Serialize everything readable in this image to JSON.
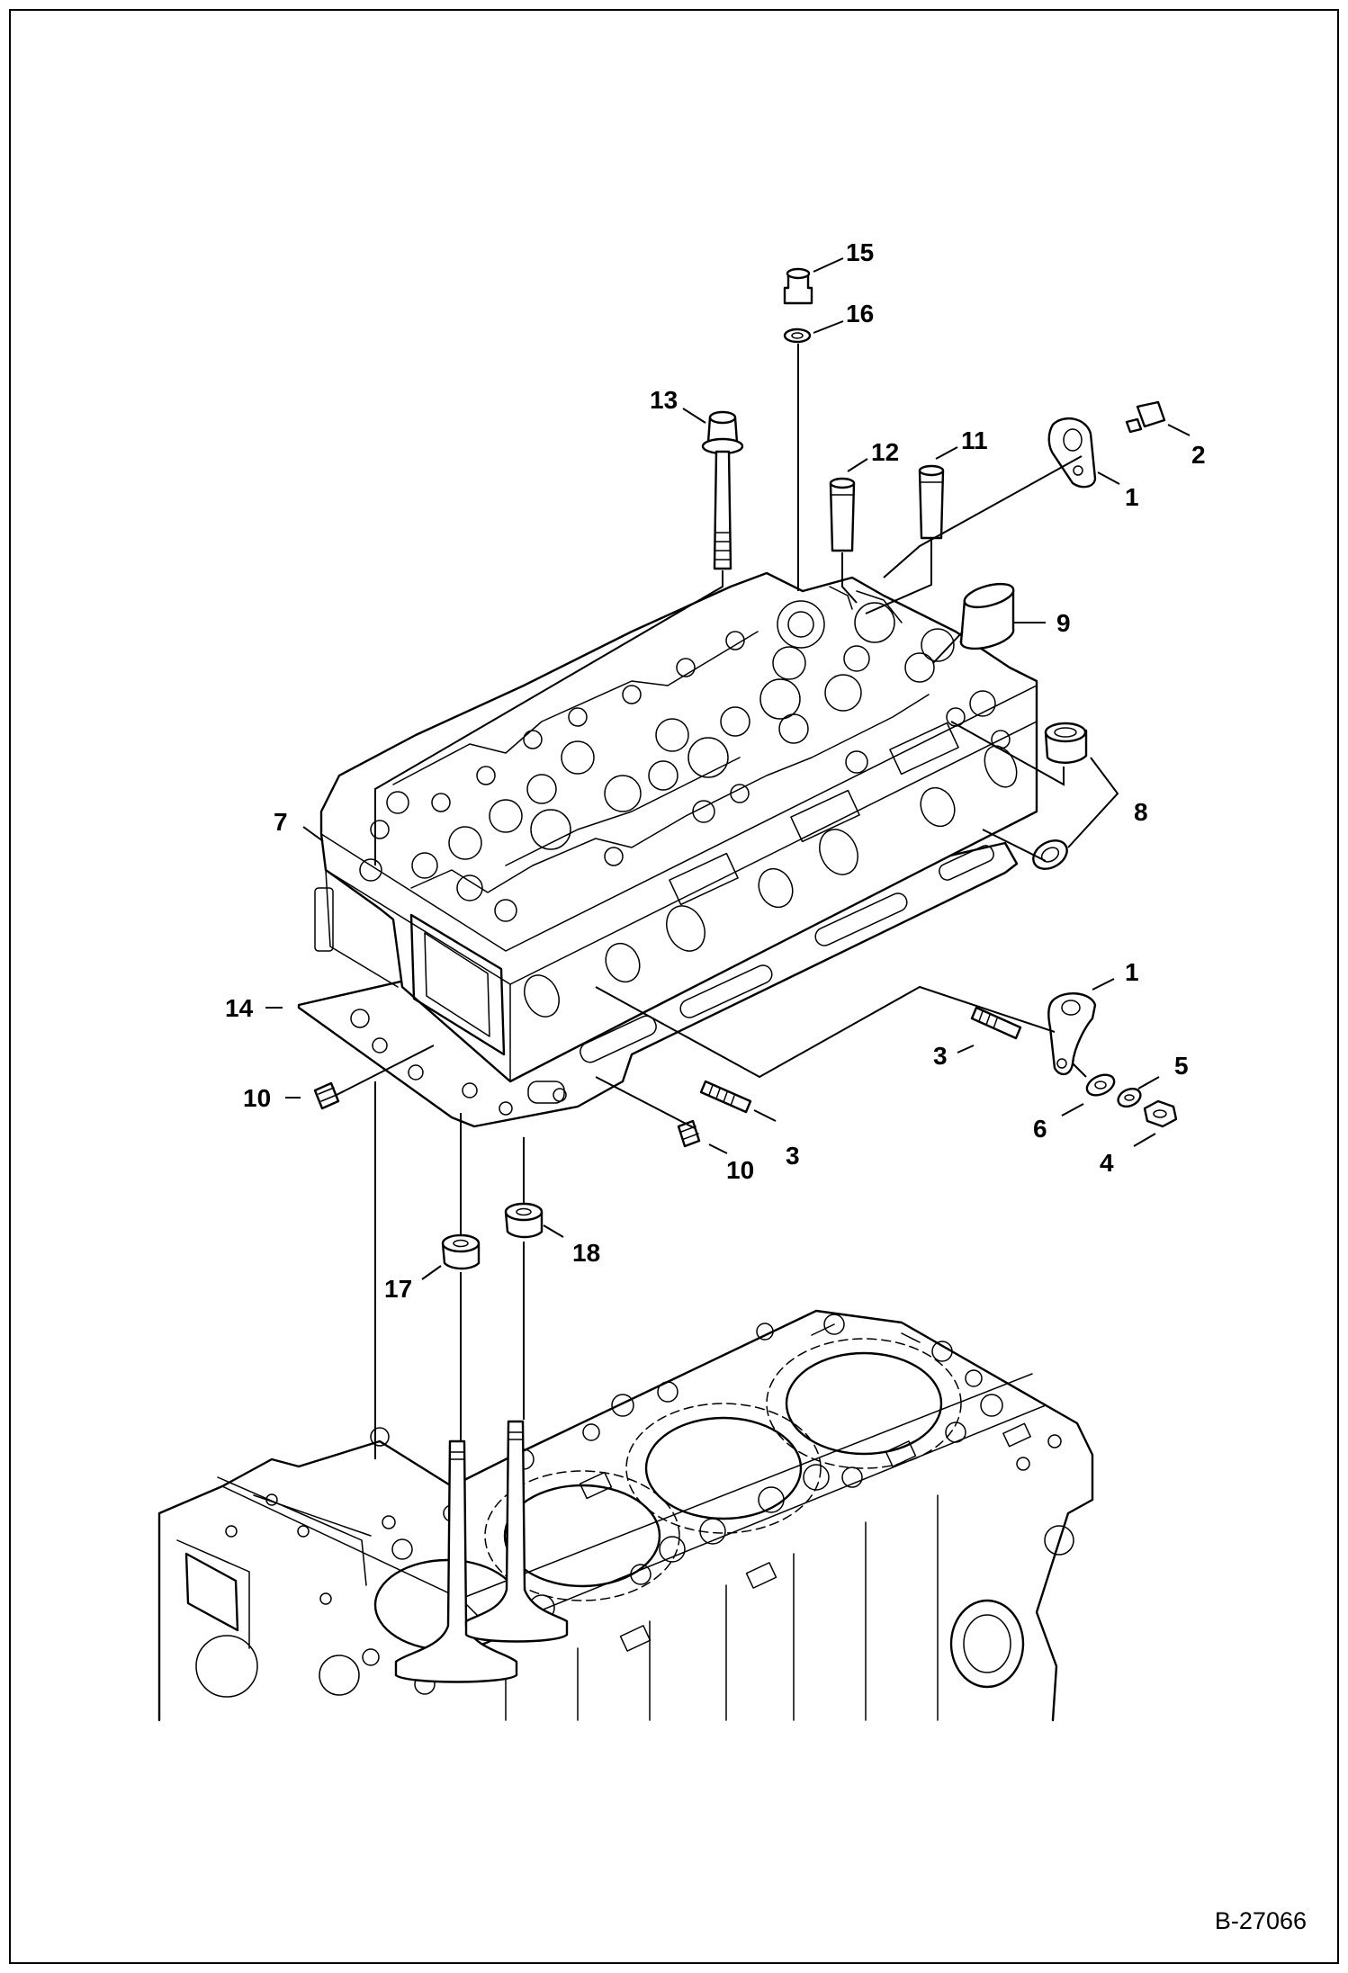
{
  "drawing_reference": "B-27066",
  "callouts": [
    {
      "id": "callout-15",
      "label": "15"
    },
    {
      "id": "callout-16",
      "label": "16"
    },
    {
      "id": "callout-13",
      "label": "13"
    },
    {
      "id": "callout-12",
      "label": "12"
    },
    {
      "id": "callout-11",
      "label": "11"
    },
    {
      "id": "callout-2",
      "label": "2"
    },
    {
      "id": "callout-1-upper",
      "label": "1"
    },
    {
      "id": "callout-9",
      "label": "9"
    },
    {
      "id": "callout-7",
      "label": "7"
    },
    {
      "id": "callout-8",
      "label": "8"
    },
    {
      "id": "callout-14",
      "label": "14"
    },
    {
      "id": "callout-1-lower",
      "label": "1"
    },
    {
      "id": "callout-3-right",
      "label": "3"
    },
    {
      "id": "callout-5",
      "label": "5"
    },
    {
      "id": "callout-6",
      "label": "6"
    },
    {
      "id": "callout-4",
      "label": "4"
    },
    {
      "id": "callout-10-left",
      "label": "10"
    },
    {
      "id": "callout-10-center",
      "label": "10"
    },
    {
      "id": "callout-3-center",
      "label": "3"
    },
    {
      "id": "callout-17",
      "label": "17"
    },
    {
      "id": "callout-18",
      "label": "18"
    }
  ]
}
